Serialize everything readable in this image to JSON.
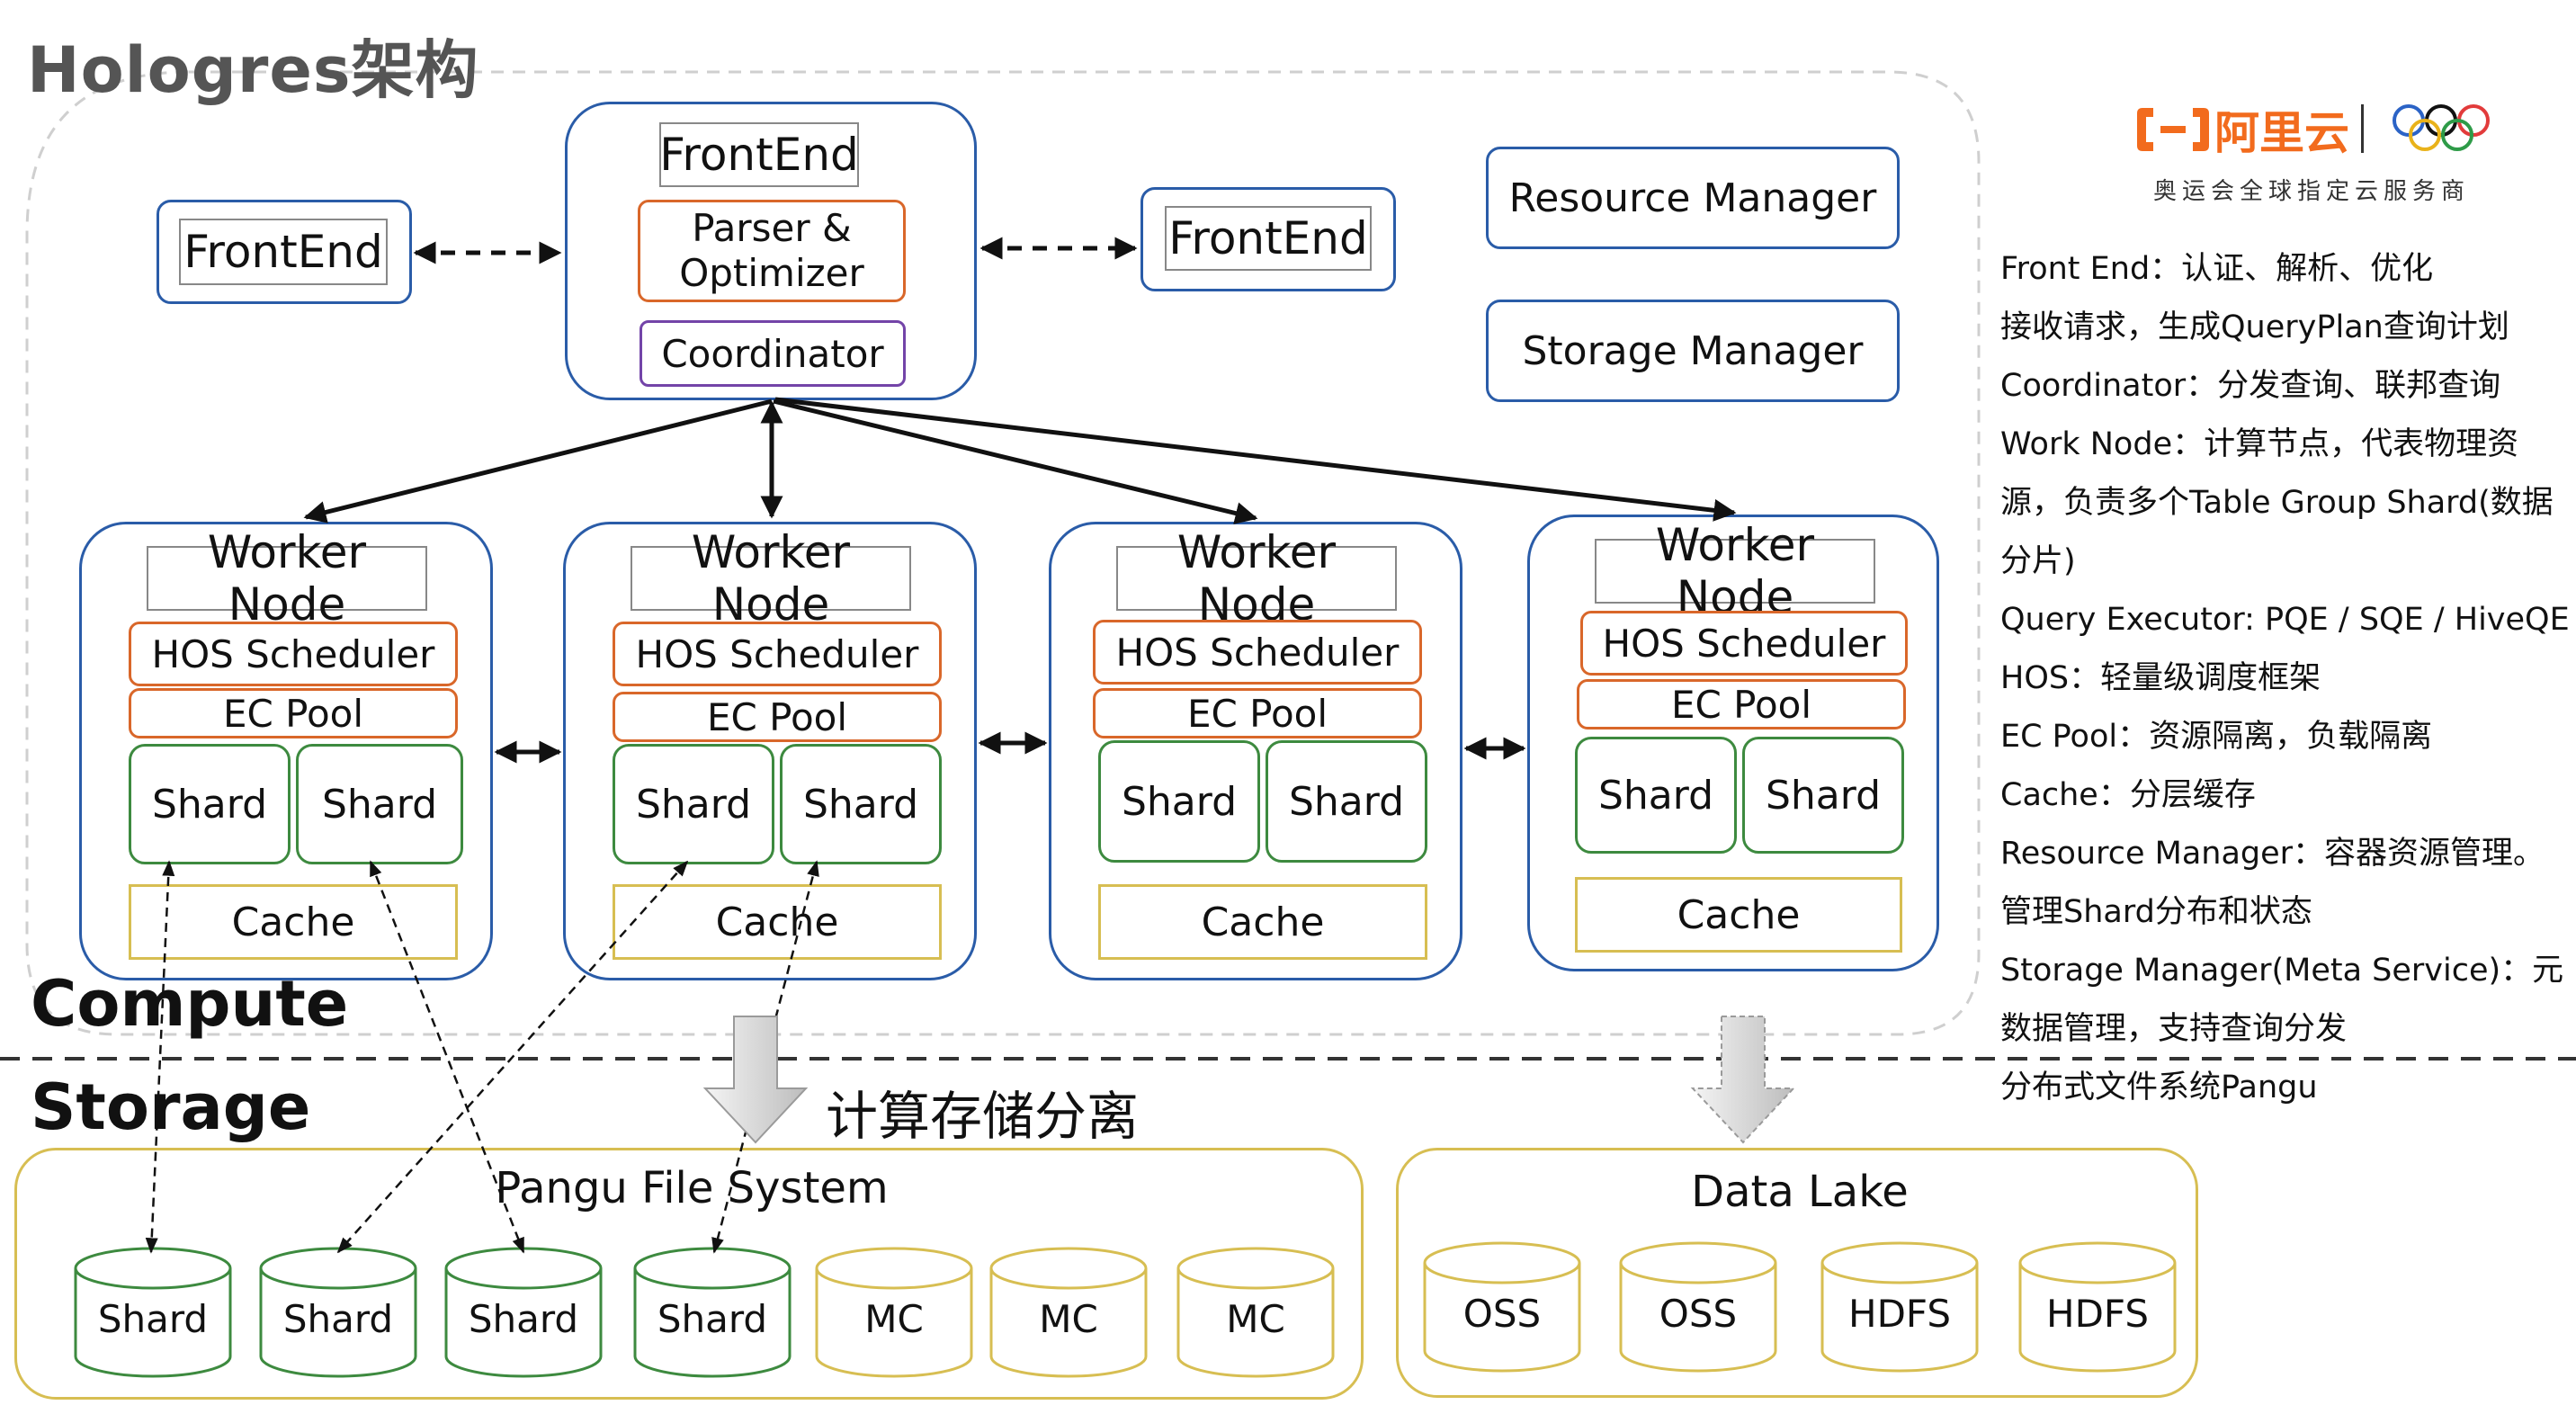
{
  "title": "Hologres架构",
  "labels": {
    "compute": "Compute",
    "storage": "Storage",
    "separation": "计算存储分离"
  },
  "frontend": {
    "left": "FrontEnd",
    "main": "FrontEnd",
    "parser": "Parser & Optimizer",
    "coordinator": "Coordinator",
    "right": "FrontEnd"
  },
  "managers": {
    "resource": "Resource Manager",
    "storage": "Storage Manager"
  },
  "workers": [
    {
      "title": "Worker Node",
      "scheduler": "HOS Scheduler",
      "pool": "EC Pool",
      "shard_a": "Shard",
      "shard_b": "Shard",
      "cache": "Cache"
    },
    {
      "title": "Worker Node",
      "scheduler": "HOS Scheduler",
      "pool": "EC Pool",
      "shard_a": "Shard",
      "shard_b": "Shard",
      "cache": "Cache"
    },
    {
      "title": "Worker Node",
      "scheduler": "HOS Scheduler",
      "pool": "EC Pool",
      "shard_a": "Shard",
      "shard_b": "Shard",
      "cache": "Cache"
    },
    {
      "title": "Worker Node",
      "scheduler": "HOS Scheduler",
      "pool": "EC Pool",
      "shard_a": "Shard",
      "shard_b": "Shard",
      "cache": "Cache"
    }
  ],
  "pangu": {
    "title": "Pangu File System",
    "items": [
      "Shard",
      "Shard",
      "Shard",
      "Shard",
      "MC",
      "MC",
      "MC"
    ]
  },
  "datalake": {
    "title": "Data Lake",
    "items": [
      "OSS",
      "OSS",
      "HDFS",
      "HDFS"
    ]
  },
  "logo": {
    "brand": "阿里云",
    "sponsor": "奥运会全球指定云服务商"
  },
  "notes": [
    "Front End：认证、解析、优化",
    "接收请求，生成QueryPlan查询计划",
    "Coordinator：分发查询、联邦查询",
    "Work Node：计算节点，代表物理资",
    "源，负责多个Table Group Shard(数据",
    "分片)",
    "Query Executor: PQE / SQE / HiveQE",
    "HOS：轻量级调度框架",
    "EC Pool：资源隔离，负载隔离",
    "Cache：分层缓存",
    "Resource Manager：容器资源管理。",
    "管理Shard分布和状态",
    "Storage Manager(Meta Service)：元",
    "数据管理，支持查询分发",
    "分布式文件系统Pangu"
  ],
  "colors": {
    "node_border": "#2a5ca8",
    "component_border": "#d9672a",
    "coordinator_border": "#7344a8",
    "shard_border": "#3d8a3f",
    "storage_border": "#d7be52",
    "brand": "#f26b1d"
  }
}
